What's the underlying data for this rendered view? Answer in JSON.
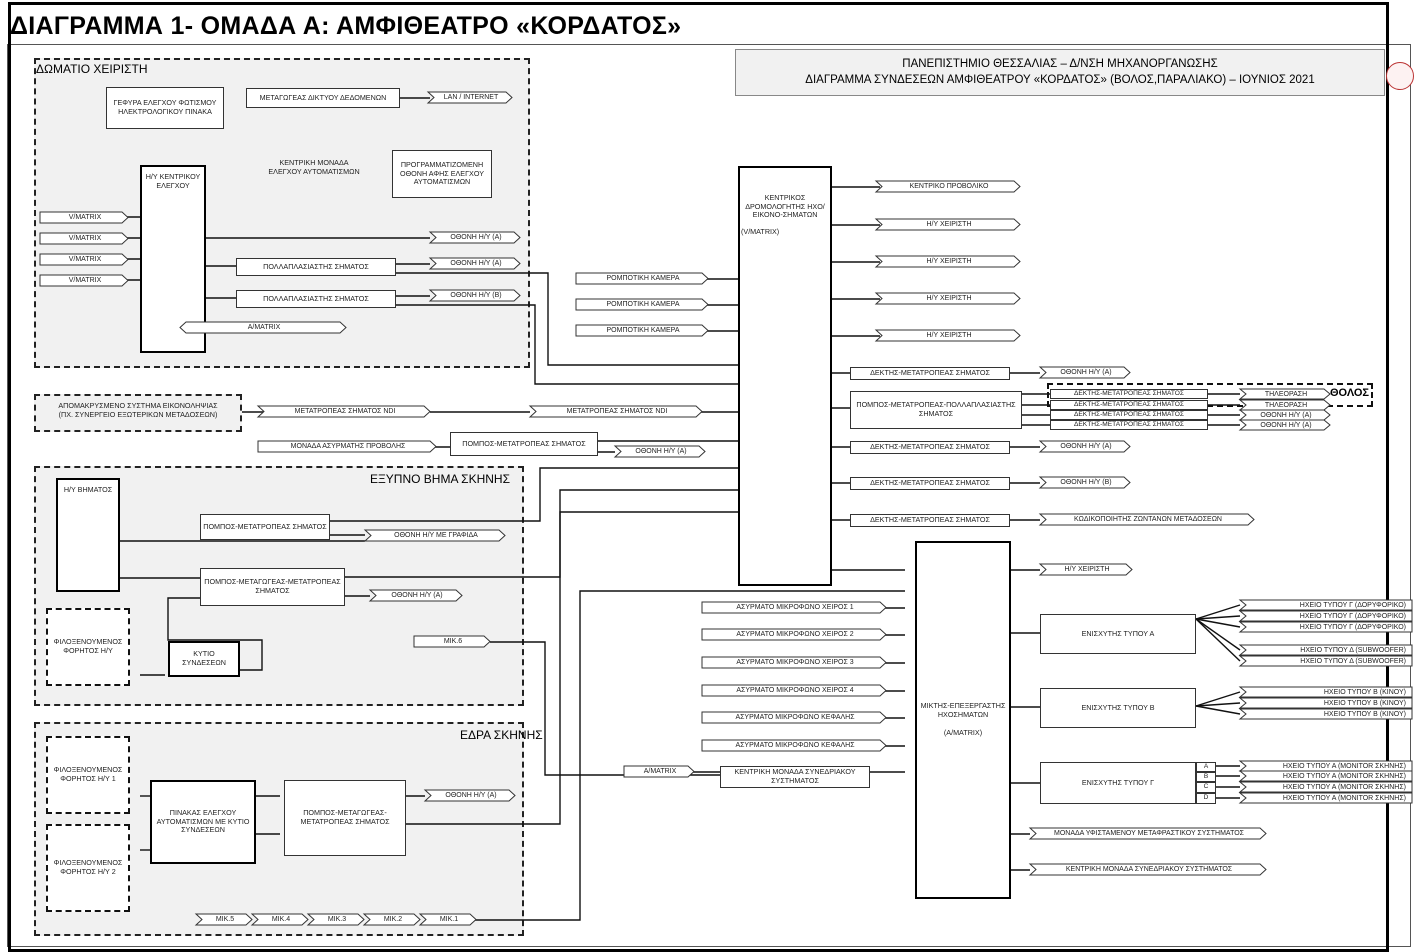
{
  "page_title": "ΔΙΑΓΡΑΜΜΑ 1- ΟΜΑΔΑ Α: ΑΜΦΙΘΕΑΤΡΟ «ΚΟΡΔΑΤΟΣ»",
  "header": {
    "line1": "ΠΑΝΕΠΙΣΤΗΜΙΟ ΘΕΣΣΑΛΙΑΣ – Δ/ΝΣΗ ΜΗΧΑΝΟΡΓΑΝΩΣΗΣ",
    "line2": "ΔΙΑΓΡΑΜΜΑ ΣΥΝΔΕΣΕΩΝ ΑΜΦΙΘΕΑΤΡΟΥ «ΚΟΡΔΑΤΟΣ» (ΒΟΛΟΣ,ΠΑΡΑΛΙΑΚΟ) – ΙΟΥΝΙΟΣ 2021"
  },
  "rooms": {
    "control_room": "ΔΩΜΑΤΙΟ ΧΕΙΡΙΣΤΗ",
    "stage": "ΕΞΥΠΝΟ ΒΗΜΑ ΣΚΗΝΗΣ",
    "stage_seat": "ΕΔΡΑ ΣΚΗΝΗΣ",
    "dome": "ΘΟΛΟΣ"
  },
  "control": {
    "lighting_bridge": "ΓΕΦΥΡΑ ΕΛΕΓΧΟΥ ΦΩΤΙΣΜΟΥ ΗΛΕΚΤΡΟΛΟΓΙΚΟΥ ΠΙΝΑΚΑ",
    "network_switch": "ΜΕΤΑΓΩΓΕΑΣ ΔΙΚΤΥΟΥ ΔΕΔΟΜΕΝΩΝ",
    "lan": "LAN / INTERNET",
    "pc_main": "Η/Υ ΚΕΝΤΡΙΚΟΥ ΕΛΕΓΧΟΥ",
    "automation_unit": "ΚΕΝΤΡΙΚΗ ΜΟΝΑΔΑ ΕΛΕΓΧΟΥ ΑΥΤΟΜΑΤΙΣΜΩΝ",
    "touch_screen": "ΠΡΟΓΡΑΜΜΑΤΙΖΟΜΕΝΗ ΟΘΟΝΗ ΑΦΗΣ ΕΛΕΓΧΟΥ ΑΥΤΟΜΑΤΙΣΜΩΝ",
    "vmatrix": "V/MATRIX",
    "screen_a": "ΟΘΟΝΗ Η/Υ (Α)",
    "screen_b": "ΟΘΟΝΗ Η/Υ (Β)",
    "multiplier": "ΠΟΛΛΑΠΛΑΣΙΑΣΤΗΣ ΣΗΜΑΤΟΣ",
    "amatrix": "A/MATRIX"
  },
  "remote": {
    "system": "ΑΠΟΜΑΚΡΥΣΜΕΝΟ ΣΥΣΤΗΜΑ ΕΙΚΟΝΟΛΗΨΙΑΣ",
    "system_sub": "(ΠΧ. ΣΥΝΕΡΓΕΙΟ ΕΞΩΤΕΡΙΚΩΝ ΜΕΤΑΔΟΣΕΩΝ)",
    "ndi": "ΜΕΤΑΤΡΟΠΕΑΣ ΣΗΜΑΤΟΣ NDI",
    "wireless_proj": "ΜΟΝΑΔΑ ΑΣΥΡΜΑΤΗΣ ΠΡΟΒΟΛΗΣ",
    "tx_converter": "ΠΟΜΠΟΣ-ΜΕΤΑΤΡΟΠΕΑΣ ΣΗΜΑΤΟΣ",
    "screen_a": "ΟΘΟΝΗ Η/Υ (Α)"
  },
  "cameras": [
    "ΡΟΜΠΟΤΙΚΗ ΚΑΜΕΡΑ",
    "ΡΟΜΠΟΤΙΚΗ ΚΑΜΕΡΑ",
    "ΡΟΜΠΟΤΙΚΗ ΚΑΜΕΡΑ"
  ],
  "router": {
    "label": "ΚΕΝΤΡΙΚΟΣ ΔΡΟΜΟΛΟΓΗΤΗΣ ΗΧΟ/ΕΙΚΟΝΟ-ΣΗΜΑΤΩΝ",
    "sub": "(V/MATRIX)",
    "outputs": [
      "ΚΕΝΤΡΙΚΟ ΠΡΟΒΟΛΙΚΟ",
      "Η/Υ ΧΕΙΡΙΣΤΗ",
      "Η/Υ ΧΕΙΡΙΣΤΗ",
      "Η/Υ ΧΕΙΡΙΣΤΗ",
      "Η/Υ ΧΕΙΡΙΣΤΗ"
    ],
    "receiver": "ΔΕΚΤΗΣ-ΜΕΤΑΤΡΟΠΕΑΣ ΣΗΜΑΤΟΣ",
    "tx_mult": "ΠΟΜΠΟΣ-ΜΕΤΑΤΡΟΠΕΑΣ-ΠΟΛΛΑΠΛΑΣΙΑΣΤΗΣ ΣΗΜΑΤΟΣ",
    "screen_a": "ΟΘΟΝΗ Η/Υ (Α)",
    "screen_b": "ΟΘΟΝΗ Η/Υ (Β)",
    "encoder": "ΚΩΔΙΚΟΠΟΙΗΤΗΣ ΖΩΝΤΑΝΩΝ ΜΕΤΑΔΟΣΕΩΝ",
    "tv": "ΤΗΛΕΟΡΑΣΗ"
  },
  "stage": {
    "pc": "Η/Υ ΒΗΜΑΤΟΣ",
    "tx_converter": "ΠΟΜΠΟΣ-ΜΕΤΑΤΡΟΠΕΑΣ ΣΗΜΑΤΟΣ",
    "screen_tablet": "ΟΘΟΝΗ Η/Υ ΜΕ ΓΡΑΦΙΔΑ",
    "tx_switch": "ΠΟΜΠΟΣ-ΜΕΤΑΓΩΓΕΑΣ-ΜΕΤΑΤΡΟΠΕΑΣ ΣΗΜΑΤΟΣ",
    "screen_a": "ΟΘΟΝΗ Η/Υ (Α)",
    "guest_laptop": "ΦΙΛΟΞΕΝΟΥΜΕΝΟΣ ΦΟΡΗΤΟΣ Η/Υ",
    "conn_box": "ΚΥΤΙΟ ΣΥΝΔΕΣΕΩΝ",
    "mic6": "ΜΙΚ.6"
  },
  "seat": {
    "guest_laptop_1": "ΦΙΛΟΞΕΝΟΥΜΕΝΟΣ ΦΟΡΗΤΟΣ Η/Υ 1",
    "guest_laptop_2": "ΦΙΛΟΞΕΝΟΥΜΕΝΟΣ ΦΟΡΗΤΟΣ Η/Υ 2",
    "panel": "ΠΙΝΑΚΑΣ ΕΛΕΓΧΟΥ ΑΥΤΟΜΑΤΙΣΜΩΝ ΜΕ ΚΥΤΙΟ ΣΥΝΔΕΣΕΩΝ",
    "tx_switch": "ΠΟΜΠΟΣ-ΜΕΤΑΓΩΓΕΑΣ-ΜΕΤΑΤΡΟΠΕΑΣ ΣΗΜΑΤΟΣ",
    "screen_a": "ΟΘΟΝΗ Η/Υ (Α)",
    "mics": [
      "ΜΙΚ.5",
      "ΜΙΚ.4",
      "ΜΙΚ.3",
      "ΜΙΚ.2",
      "ΜΙΚ.1"
    ]
  },
  "mics": [
    "ΑΣΥΡΜΑΤΟ ΜΙΚΡΟΦΩΝΟ ΧΕΙΡΟΣ 1",
    "ΑΣΥΡΜΑΤΟ ΜΙΚΡΟΦΩΝΟ ΧΕΙΡΟΣ 2",
    "ΑΣΥΡΜΑΤΟ ΜΙΚΡΟΦΩΝΟ ΧΕΙΡΟΣ 3",
    "ΑΣΥΡΜΑΤΟ ΜΙΚΡΟΦΩΝΟ ΧΕΙΡΟΣ 4",
    "ΑΣΥΡΜΑΤΟ ΜΙΚΡΟΦΩΝΟ ΚΕΦΑΛΗΣ",
    "ΑΣΥΡΜΑΤΟ ΜΙΚΡΟΦΩΝΟ ΚΕΦΑΛΗΣ"
  ],
  "conference": {
    "amatrix": "A/MATRIX",
    "unit": "ΚΕΝΤΡΙΚΗ ΜΟΝΑΔΑ ΣΥΝΕΔΡΙΑΚΟΥ ΣΥΣΤΗΜΑΤΟΣ"
  },
  "mixer": {
    "label": "ΜΙΚΤΗΣ-ΕΠΕΞΕΡΓΑΣΤΗΣ ΗΧΟΣΗΜΑΤΩΝ",
    "sub": "(A/MATRIX)",
    "pc_out": "Η/Υ ΧΕΙΡΙΣΤΗ",
    "amp_a": "ΕΝΙΣΧΥΤΗΣ ΤΥΠΟΥ Α",
    "amp_b": "ΕΝΙΣΧΥΤΗΣ ΤΥΠΟΥ Β",
    "amp_c": "ΕΝΙΣΧΥΤΗΣ ΤΥΠΟΥ Γ",
    "translation": "ΜΟΝΑΔΑ ΥΦΙΣΤΑΜΕΝΟΥ ΜΕΤΑΦΡΑΣΤΙΚΟΥ ΣΥΣΤΗΜΑΤΟΣ",
    "conf_unit": "ΚΕΝΤΡΙΚΗ ΜΟΝΑΔΑ ΣΥΝΕΔΡΙΑΚΟΥ ΣΥΣΤΗΜΑΤΟΣ"
  },
  "speakers": {
    "g": "ΗΧΕΙΟ ΤΥΠΟΥ Γ (ΔΟΡΥΦΟΡΙΚΟ)",
    "d": "ΗΧΕΙΟ ΤΥΠΟΥ Δ (SUBWOOFER)",
    "b": "ΗΧΕΙΟ ΤΥΠΟΥ Β (ΚΙΝΟΥ)",
    "a": "ΗΧΕΙΟ ΤΥΠΟΥ Α (MONITOR ΣΚΗΝΗΣ)",
    "letters": [
      "A",
      "B",
      "C",
      "D"
    ]
  }
}
